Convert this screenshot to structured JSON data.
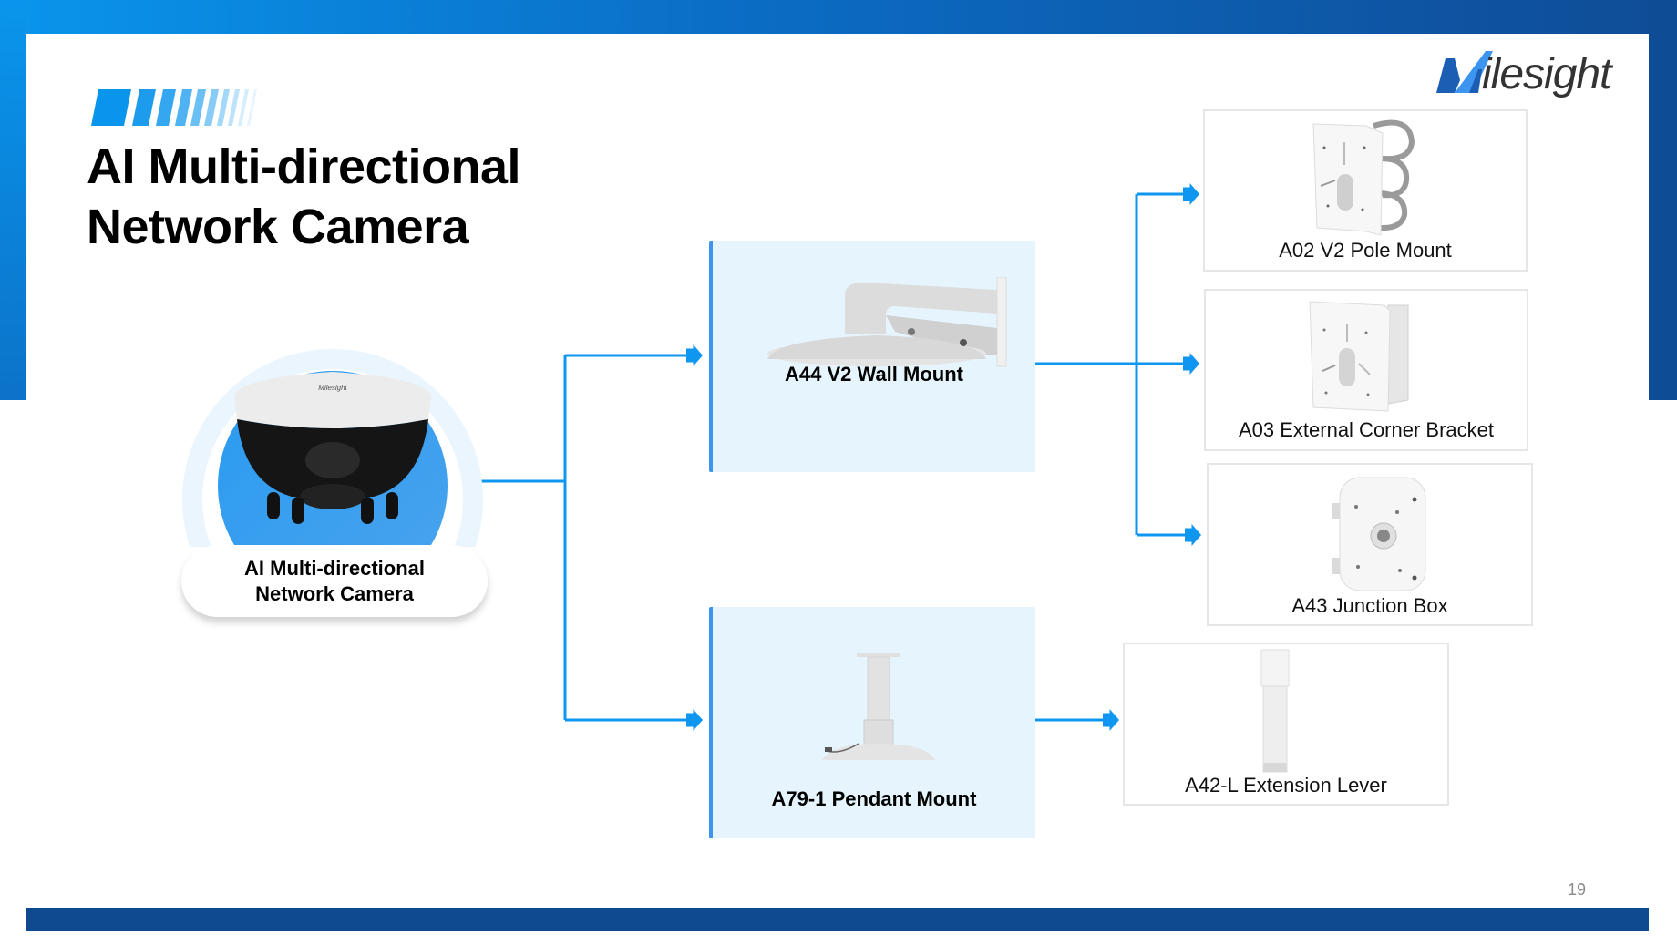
{
  "slide": {
    "title_line1": "AI Multi-directional",
    "title_line2": "Network Camera",
    "page_number": "19",
    "brand": {
      "name_prefix": "M",
      "name_rest": "ilesight",
      "accent": "#3d95f0",
      "dark_blue": "#0f4c96"
    }
  },
  "source": {
    "label_line1": "AI Multi-directional",
    "label_line2": "Network Camera",
    "icon": "dome-camera-icon"
  },
  "primary_mounts": [
    {
      "id": "a44",
      "label": "A44 V2 Wall Mount",
      "icon": "wall-mount-icon"
    },
    {
      "id": "a79",
      "label": "A79-1 Pendant Mount",
      "icon": "pendant-mount-icon"
    }
  ],
  "secondary_accessories": [
    {
      "id": "a02",
      "label": "A02 V2 Pole Mount",
      "parent": "a44",
      "icon": "pole-mount-icon"
    },
    {
      "id": "a03",
      "label": "A03 External Corner Bracket",
      "parent": "a44",
      "icon": "corner-bracket-icon"
    },
    {
      "id": "a43",
      "label": "A43 Junction Box",
      "parent": "a44",
      "icon": "junction-box-icon"
    },
    {
      "id": "a42",
      "label": "A42-L Extension Lever",
      "parent": "a79",
      "icon": "extension-lever-icon"
    }
  ],
  "colors": {
    "connector": "#0e96f0",
    "primary_box_bg": "#e6f5fd",
    "primary_box_border": "#3d95f0"
  }
}
